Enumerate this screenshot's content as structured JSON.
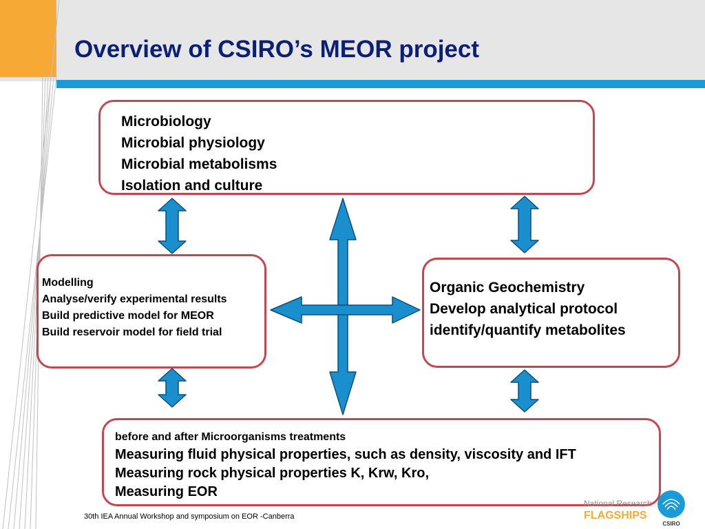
{
  "slide": {
    "title": "Overview of CSIRO’s MEOR project"
  },
  "boxes": {
    "microbiology": [
      "Microbiology",
      "Microbial physiology",
      "Microbial metabolisms",
      "Isolation and culture"
    ],
    "modelling": [
      "Modelling",
      "Analyse/verify experimental results",
      "Build predictive model for MEOR",
      "Build reservoir model for field trial"
    ],
    "geochemistry": [
      "Organic Geochemistry",
      "Develop analytical protocol",
      "identify/quantify metabolites"
    ],
    "measurements": [
      "before and after Microorganisms treatments",
      "Measuring fluid physical properties, such as density, viscosity and  IFT",
      "Measuring rock physical properties K, Krw, Kro,",
      "Measuring EOR"
    ]
  },
  "footer": {
    "text": "30th IEA Annual Workshop and symposium on EOR -Canberra"
  },
  "logo": {
    "line1": "National Research",
    "line2": "FLAGSHIPS",
    "mark_label": "CSIRO"
  },
  "colors": {
    "title": "#0b1f77",
    "orange": "#f7a935",
    "blue_rule": "#1a9bd7",
    "box_border": "#c8444f",
    "arrow_fill": "#1a8fce"
  }
}
